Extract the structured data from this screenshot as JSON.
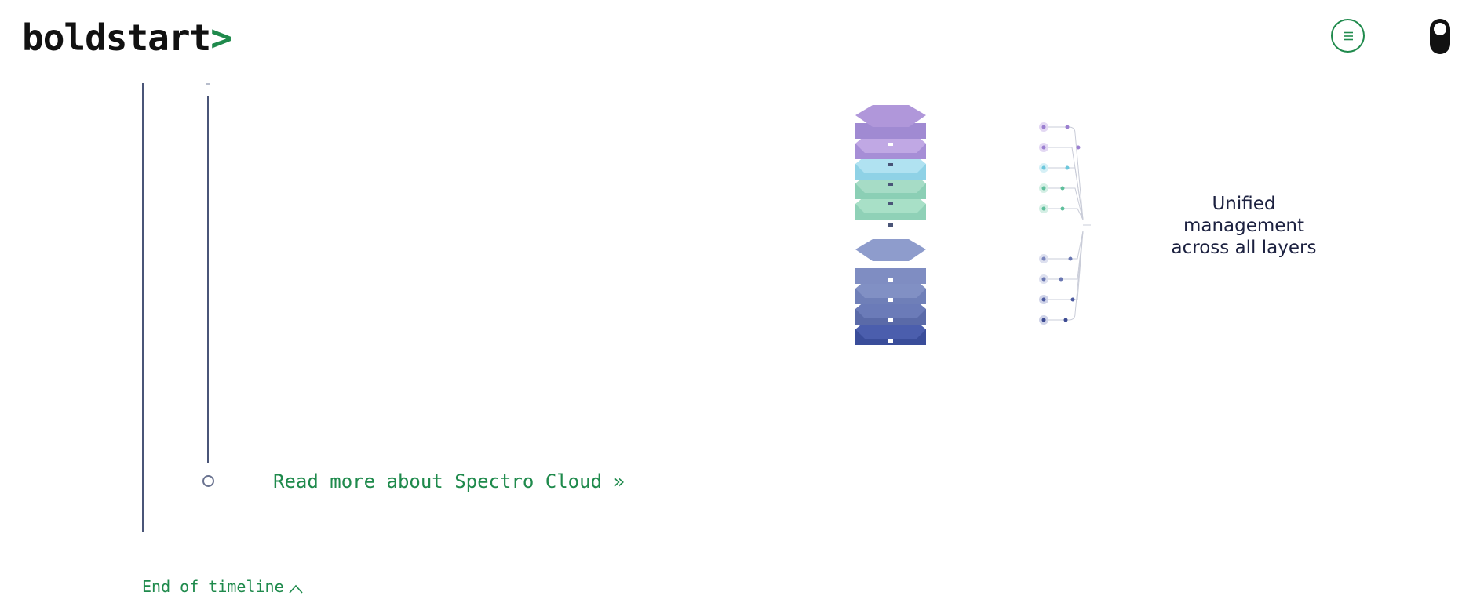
{
  "header": {
    "logo_text": "boldstart",
    "logo_chevron": ">",
    "menu_icon": "hamburger-menu-icon",
    "theme_toggle_icon": "theme-toggle-icon"
  },
  "timeline": {
    "read_more_label": "Read more about Spectro Cloud »",
    "end_label": "End of timeline",
    "end_icon": "chevron-up-icon"
  },
  "illustration": {
    "label": "Unified management across all layers"
  },
  "colors": {
    "accent": "#1f8a4c",
    "timeline_line": "#4a5578",
    "text_dark": "#111111"
  }
}
